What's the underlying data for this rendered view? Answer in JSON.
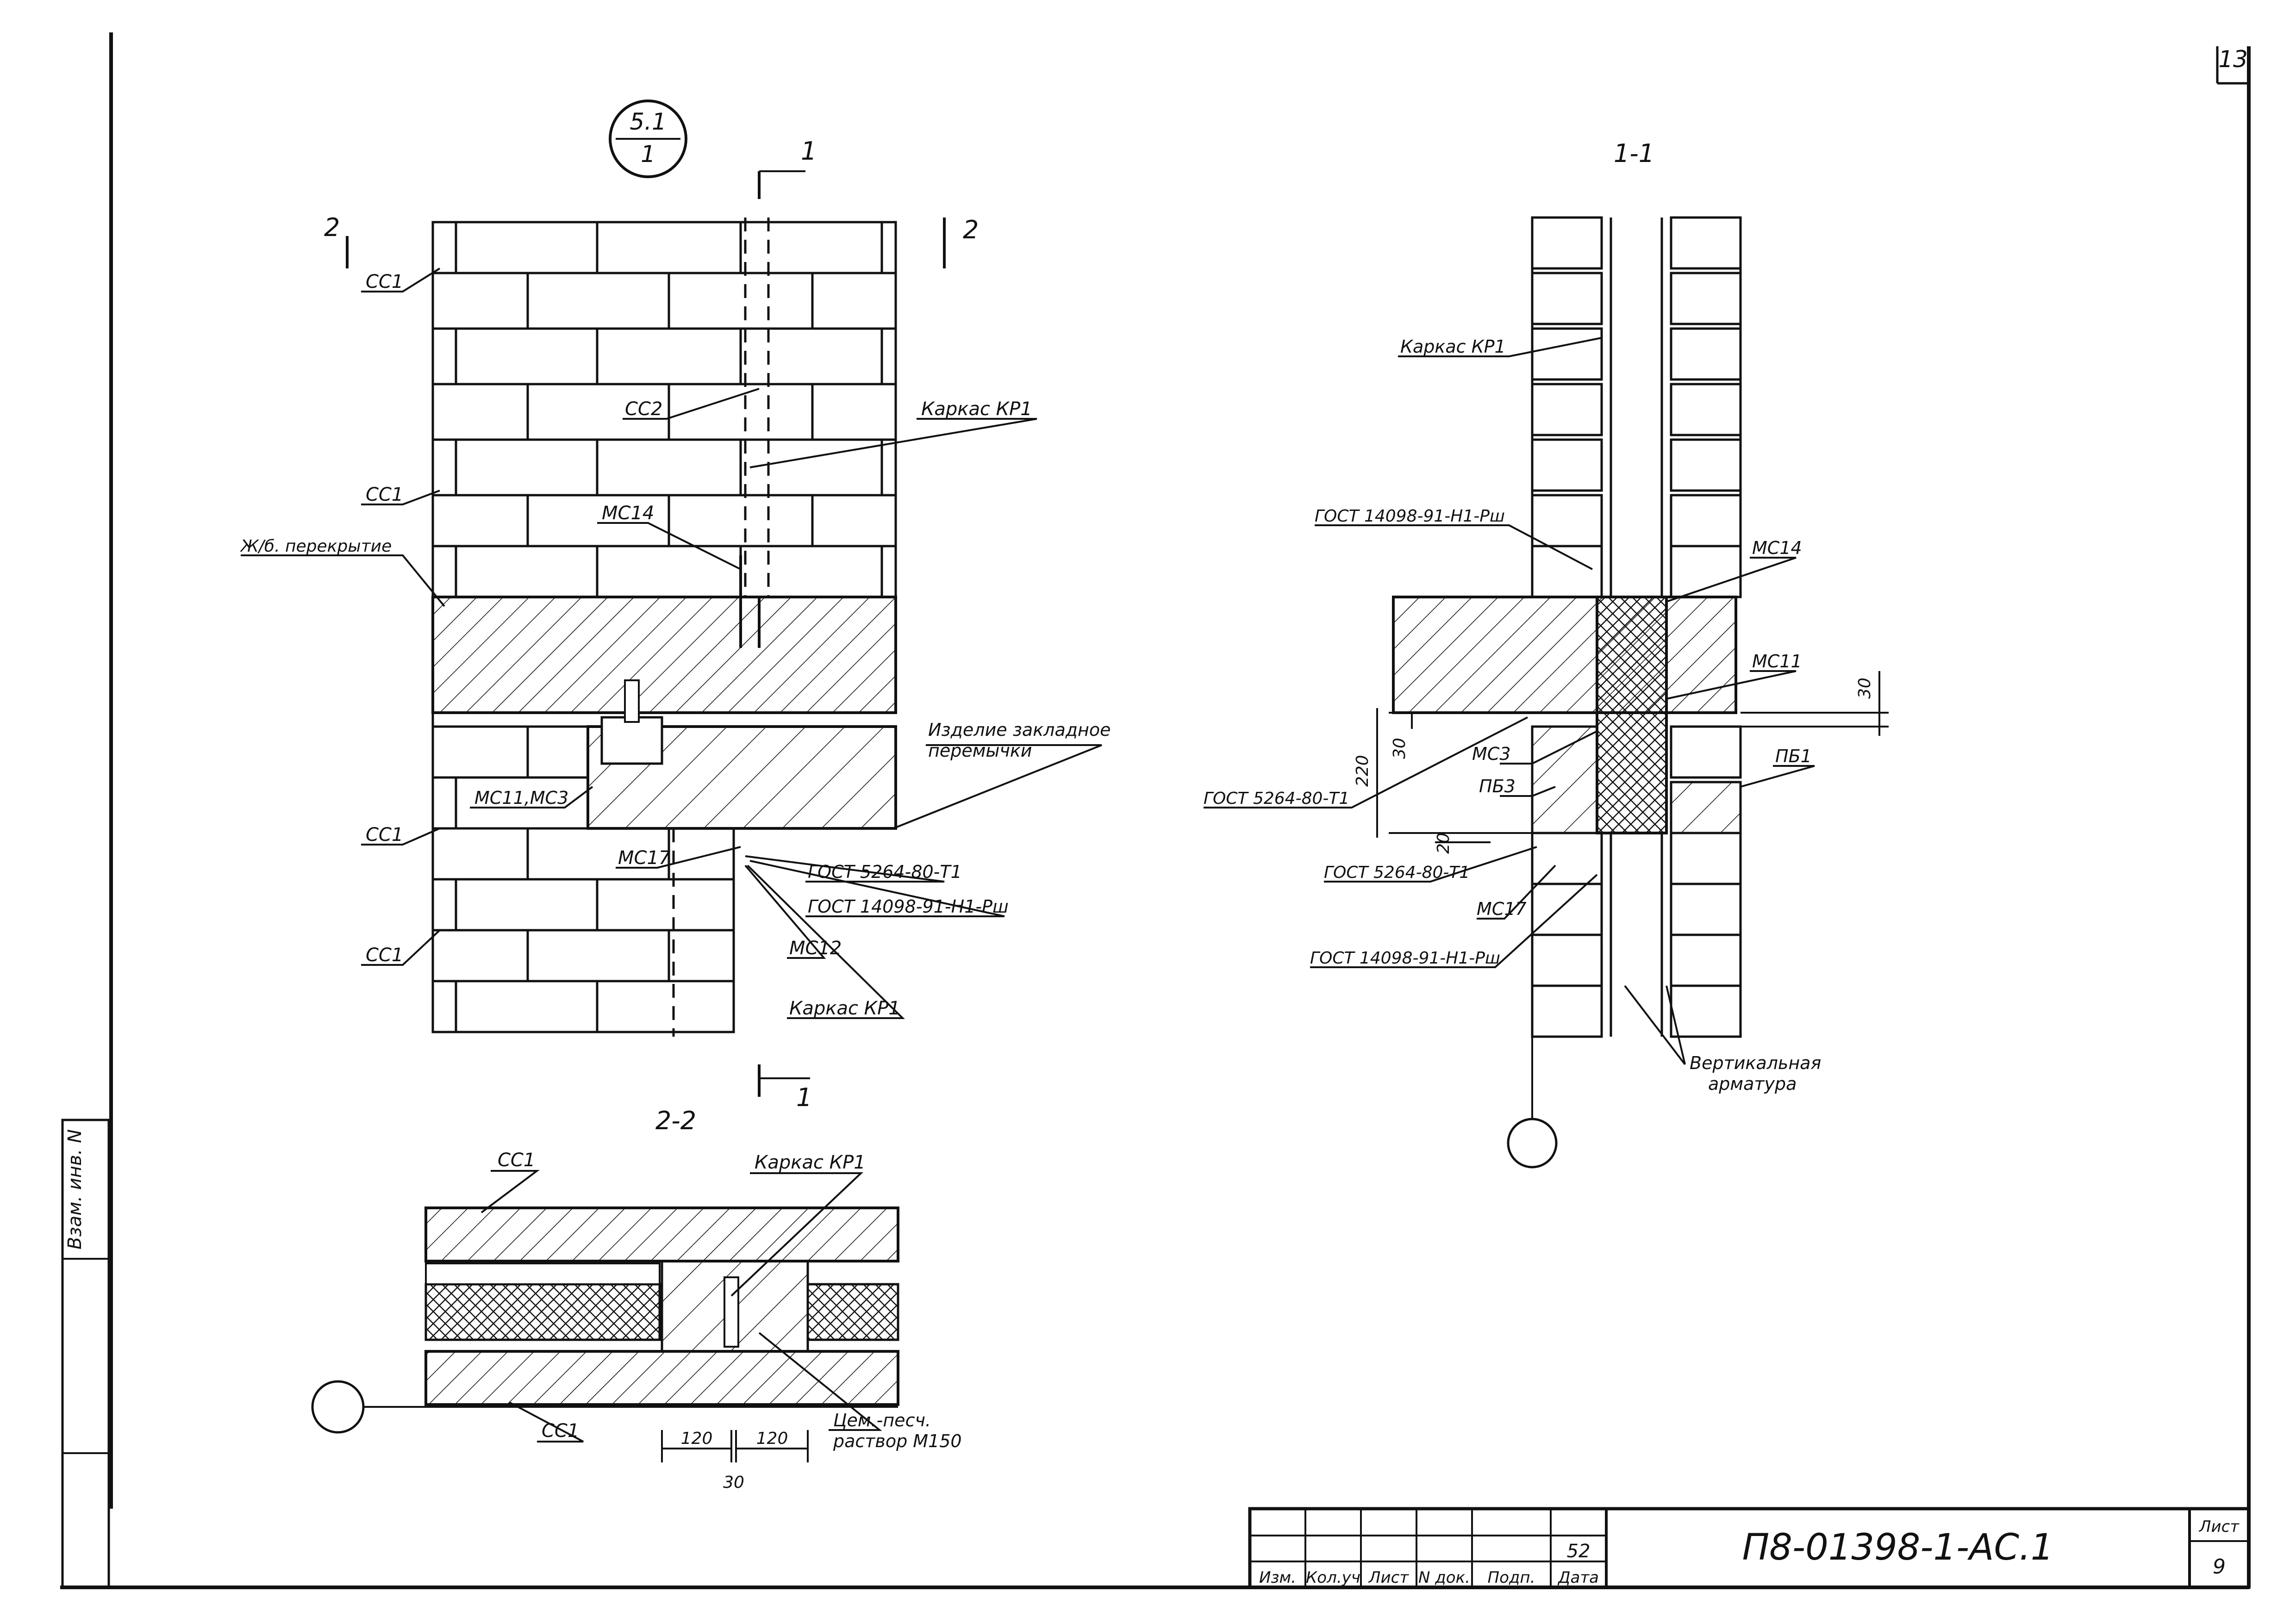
{
  "sheet": {
    "corner_number": "13",
    "callout": {
      "top": "5.1",
      "bottom": "1"
    },
    "section_mark": "1",
    "cut_mark": "2"
  },
  "elevation": {
    "labels": {
      "cc1_top": "СС1",
      "cc2": "СС2",
      "cc1_mid": "СС1",
      "mc14": "МС14",
      "slab": "Ж/б. перекрытие",
      "frame_top": "Каркас КР1",
      "embed": "Изделие закладное",
      "embed2": "перемычки",
      "mc11_mc3": "МС11,МС3",
      "cc1_low1": "СС1",
      "cc1_low2": "СС1",
      "mc17": "МС17",
      "gost1": "ГОСТ 5264-80-Т1",
      "gost2": "ГОСТ 14098-91-Н1-Рш",
      "mc12": "МС12",
      "frame_bottom": "Каркас КР1"
    }
  },
  "section_1_1": {
    "title": "1-1",
    "labels": {
      "frame": "Каркас КР1",
      "gost_top": "ГОСТ 14098-91-Н1-Рш",
      "mc14": "МС14",
      "mc11": "МС11",
      "pb1": "ПБ1",
      "mc3": "МС3",
      "pb3": "ПБ3",
      "gost_weld1": "ГОСТ 5264-80-Т1",
      "gost_weld2": "ГОСТ 5264-80-Т1",
      "mc17": "МС17",
      "gost_bottom": "ГОСТ 14098-91-Н1-Рш",
      "vertical": "Вертикальная",
      "vertical2": "арматура"
    },
    "dims": {
      "d30_top": "30",
      "d30_left": "30",
      "d220": "220",
      "d20": "20"
    }
  },
  "section_2_2": {
    "title": "2-2",
    "labels": {
      "cc1_top": "СС1",
      "frame": "Каркас КР1",
      "cc1_bottom": "СС1",
      "mortar": "Цем.-песч.",
      "mortar2": "раствор М150"
    },
    "dims": {
      "d120a": "120",
      "d120b": "120",
      "d30": "30"
    }
  },
  "side_stamp": "Взам. инв. N",
  "title_block": {
    "code": "П8-01398-1-АС.1",
    "sheet_label": "Лист",
    "sheet_no": "9",
    "revision_mark": "52",
    "columns": [
      "Изм.",
      "Кол.уч",
      "Лист",
      "N док.",
      "Подп.",
      "Дата"
    ]
  }
}
